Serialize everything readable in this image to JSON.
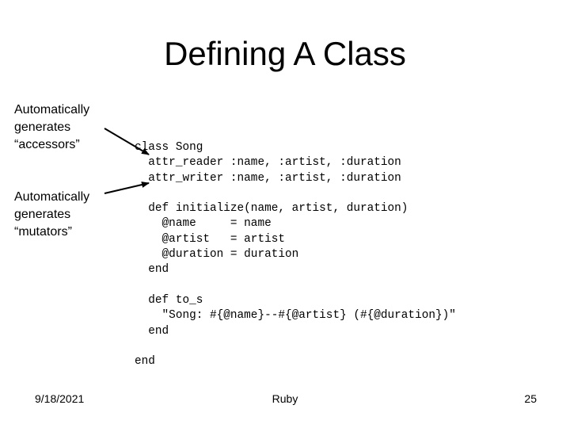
{
  "slide": {
    "title": "Defining A Class",
    "annotations": [
      "Automatically\ngenerates\n“accessors”",
      "Automatically\ngenerates\n“mutators”"
    ],
    "code": "class Song\n  attr_reader :name, :artist, :duration\n  attr_writer :name, :artist, :duration\n\n  def initialize(name, artist, duration)\n    @name     = name\n    @artist   = artist\n    @duration = duration\n  end\n\n  def to_s\n    \"Song: #{@name}--#{@artist} (#{@duration})\"\n  end\n\nend"
  },
  "footer": {
    "date": "9/18/2021",
    "center": "Ruby",
    "page": "25"
  },
  "icons": [
    "arrow-icon",
    "arrow-icon"
  ]
}
